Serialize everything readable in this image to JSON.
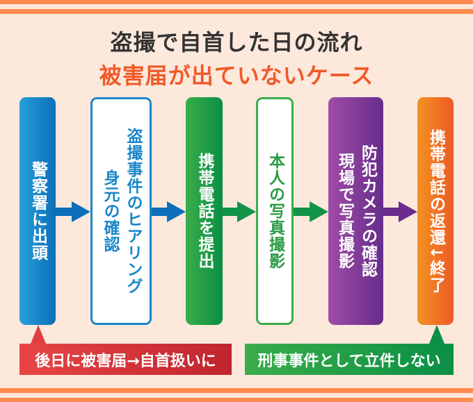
{
  "title_line1": "盗撮で自首した日の流れ",
  "title_line2": "被害届が出ていないケース",
  "steps": [
    {
      "lines": [
        "警察署に出頭"
      ]
    },
    {
      "lines": [
        "盗撮事件のヒアリング",
        "身元の確認"
      ]
    },
    {
      "lines": [
        "携帯電話を提出"
      ]
    },
    {
      "lines": [
        "本人の写真撮影"
      ]
    },
    {
      "lines": [
        "防犯カメラの確認",
        "現場で写真撮影"
      ]
    },
    {
      "lines": [
        "携帯電話の返還↓終了"
      ]
    }
  ],
  "callouts": {
    "left": "後日に被害届→自首扱いに",
    "right": "刑事事件として立件しない"
  },
  "colors": {
    "title": "#333333",
    "subtitle": "#f05a28",
    "blue": "#0a6fb8",
    "green": "#119447",
    "purple": "#6a2c8e",
    "orange": "#f05a28",
    "red": "#d93a3f"
  }
}
